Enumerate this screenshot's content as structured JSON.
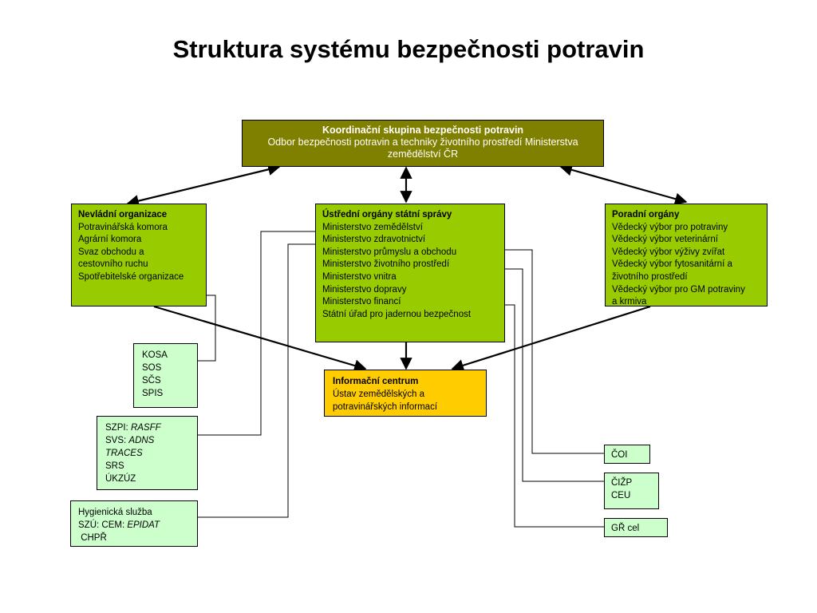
{
  "title": "Struktura systému bezpečnosti potravin",
  "coordination": {
    "heading": "Koordinační skupina bezpečnosti potravin",
    "text": "Odbor bezpečnosti potravin a techniky životního prostředí Ministerstva zemědělství ČR"
  },
  "ngo": {
    "heading": "Nevládní organizace",
    "items": [
      "Potravinářská komora",
      "Agrární komora",
      "Svaz obchodu a",
      "cestovního ruchu",
      "Spotřebitelské organizace"
    ]
  },
  "central": {
    "heading": "Ústřední orgány státní správy",
    "items": [
      "Ministerstvo zemědělství",
      "Ministerstvo zdravotnictví",
      "Ministerstvo průmyslu a obchodu",
      "Ministerstvo životního prostředí",
      "Ministerstvo vnitra",
      "Ministerstvo dopravy",
      "Ministerstvo financí",
      "Státní úřad pro jadernou bezpečnost"
    ]
  },
  "advisory": {
    "heading": "Poradní orgány",
    "items": [
      "Vědecký výbor pro potraviny",
      "Vědecký výbor veterinární",
      "Vědecký výbor výživy zvířat",
      "Vědecký výbor fytosanitární a",
      "životního prostředí",
      "Vědecký výbor pro GM potraviny",
      "a krmiva"
    ]
  },
  "info_center": {
    "heading": "Informační centrum",
    "items": [
      "Ústav zemědělských a",
      "potravinářských informací"
    ]
  },
  "kosa": {
    "items": [
      "KOSA",
      "SOS",
      "SČS",
      "SPIS"
    ]
  },
  "szpi": {
    "l1_prefix": "SZPI: ",
    "l1_italic": "RASFF",
    "l2_prefix": "SVS: ",
    "l2_italic": "ADNS",
    "l3_italic": "TRACES",
    "l4": "SRS",
    "l5": "ÚKZÚZ"
  },
  "hygiene": {
    "l1": "Hygienická služba",
    "l2_prefix": "SZÚ: CEM: ",
    "l2_italic": "EPIDAT",
    "l3": " CHPŘ"
  },
  "coi": {
    "items": [
      "ČOI"
    ]
  },
  "cizp": {
    "items": [
      "ČIŽP",
      "CEU"
    ]
  },
  "gr": {
    "items": [
      "GŘ cel"
    ]
  }
}
